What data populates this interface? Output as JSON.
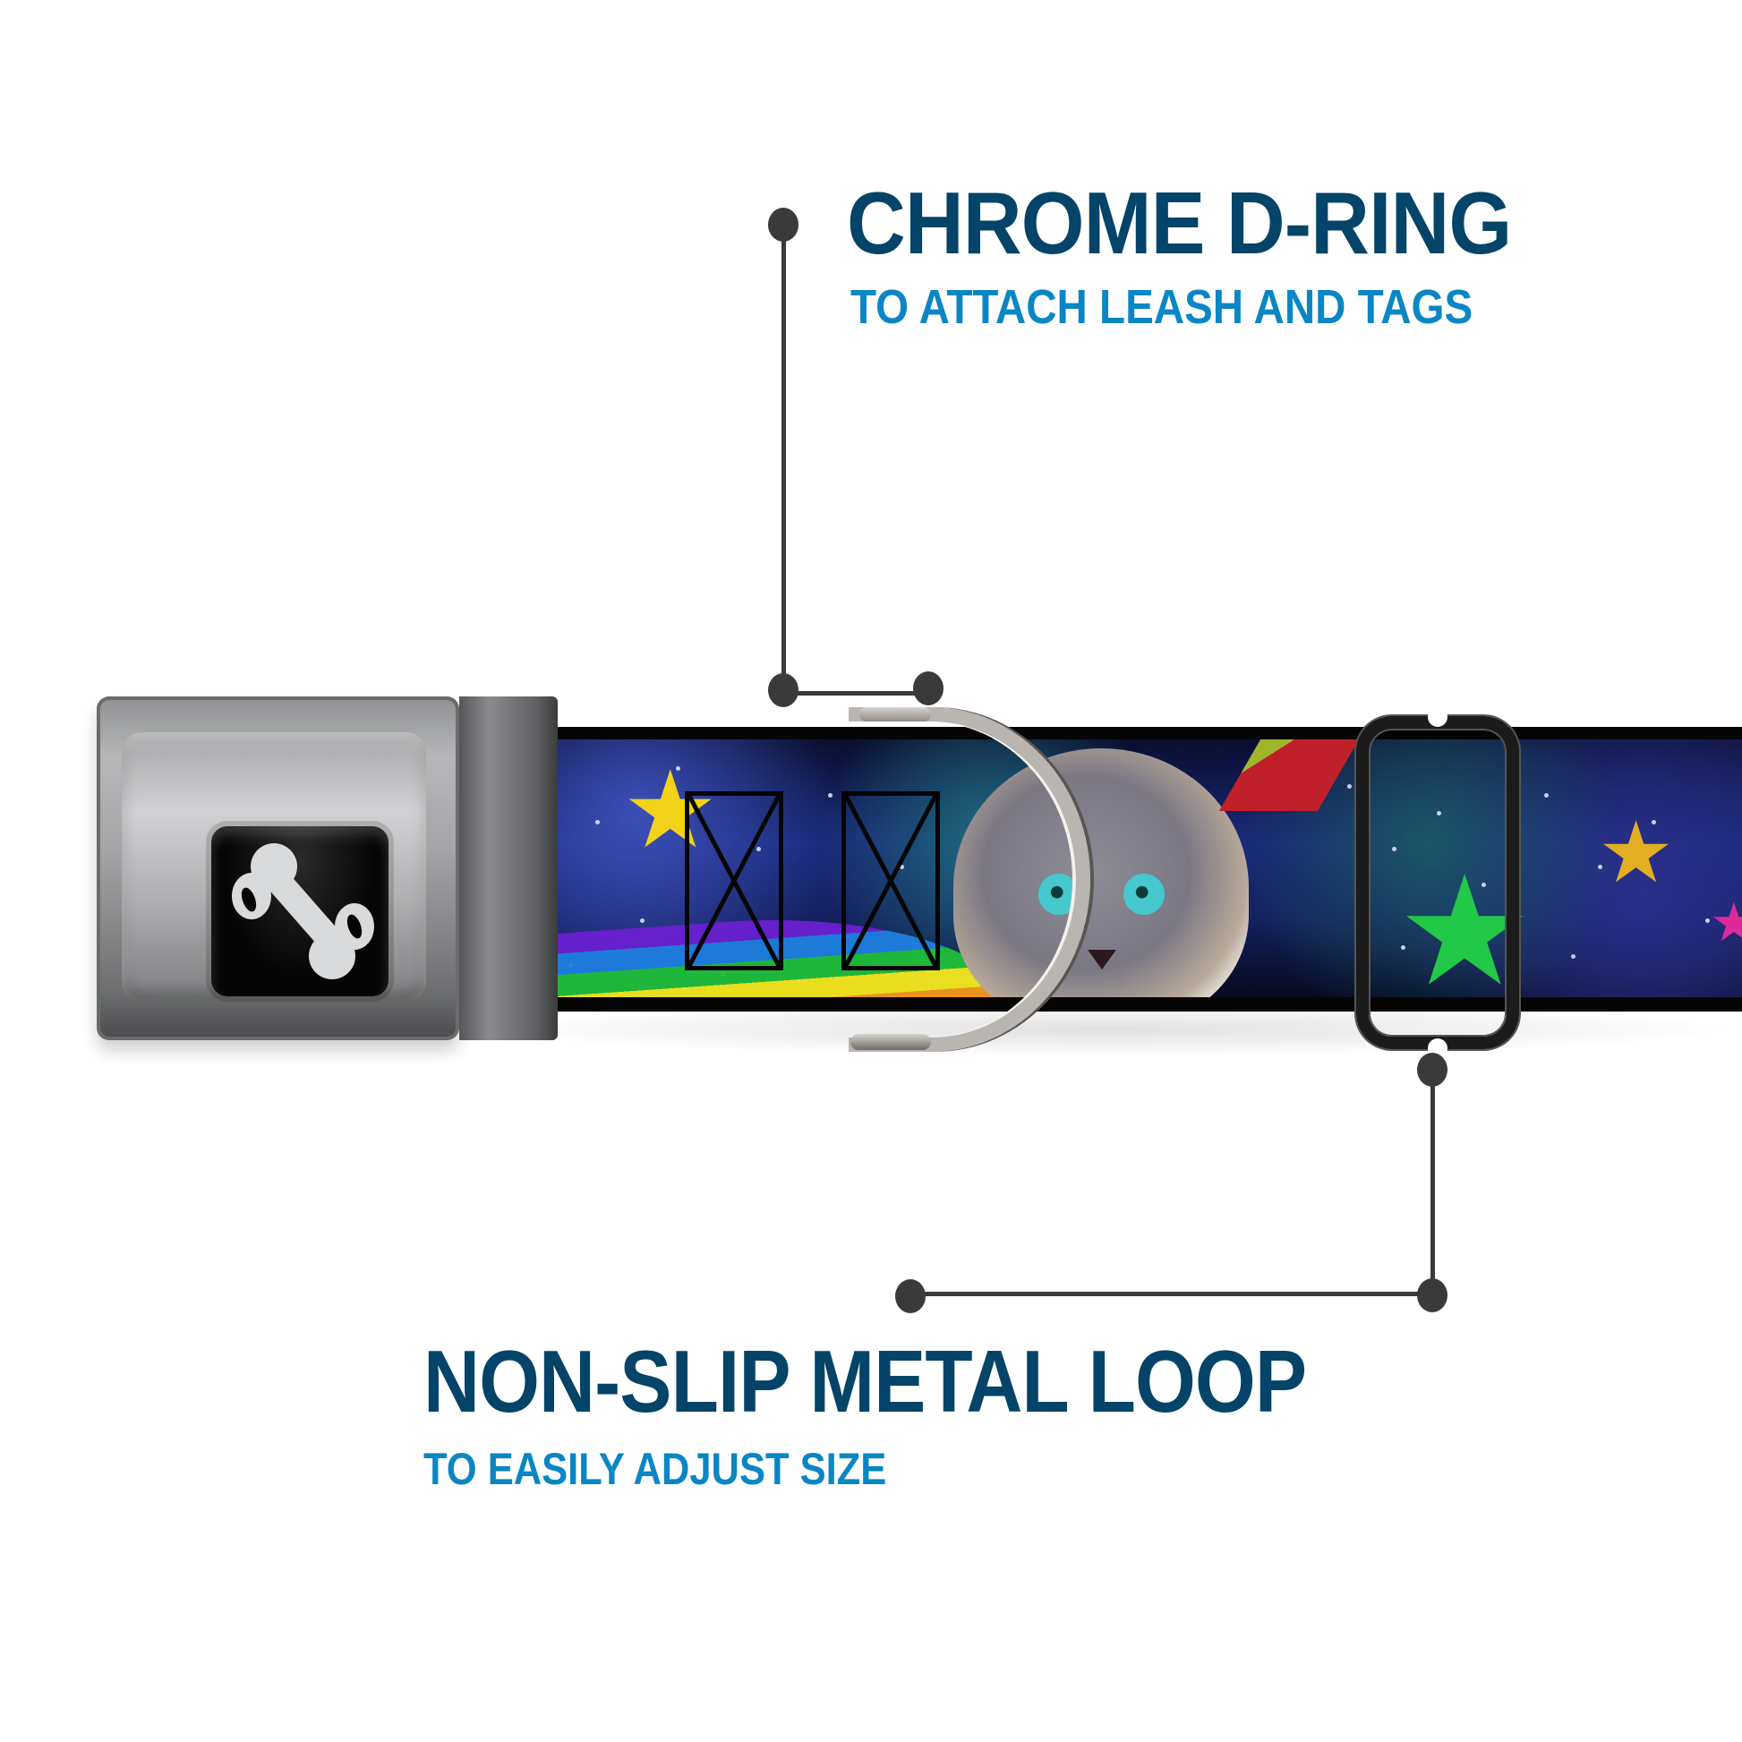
{
  "callouts": [
    {
      "id": "d-ring",
      "title": "CHROME D-RING",
      "subtitle": "TO ATTACH LEASH AND TAGS"
    },
    {
      "id": "metal-loop",
      "title": "NON-SLIP METAL LOOP",
      "subtitle": "TO EASILY ADJUST SIZE"
    }
  ],
  "product": {
    "type": "seatbelt-buckle pet collar",
    "buckle_emblem": "bone-icon",
    "strap_print": "space cat with rainbow and stars",
    "hardware": [
      "seatbelt buckle",
      "chrome D-ring",
      "metal loop slider"
    ]
  },
  "colors": {
    "title": "#044468",
    "subtitle": "#0a86c4",
    "leader_line": "#3a3a3a",
    "background": "#ffffff"
  }
}
